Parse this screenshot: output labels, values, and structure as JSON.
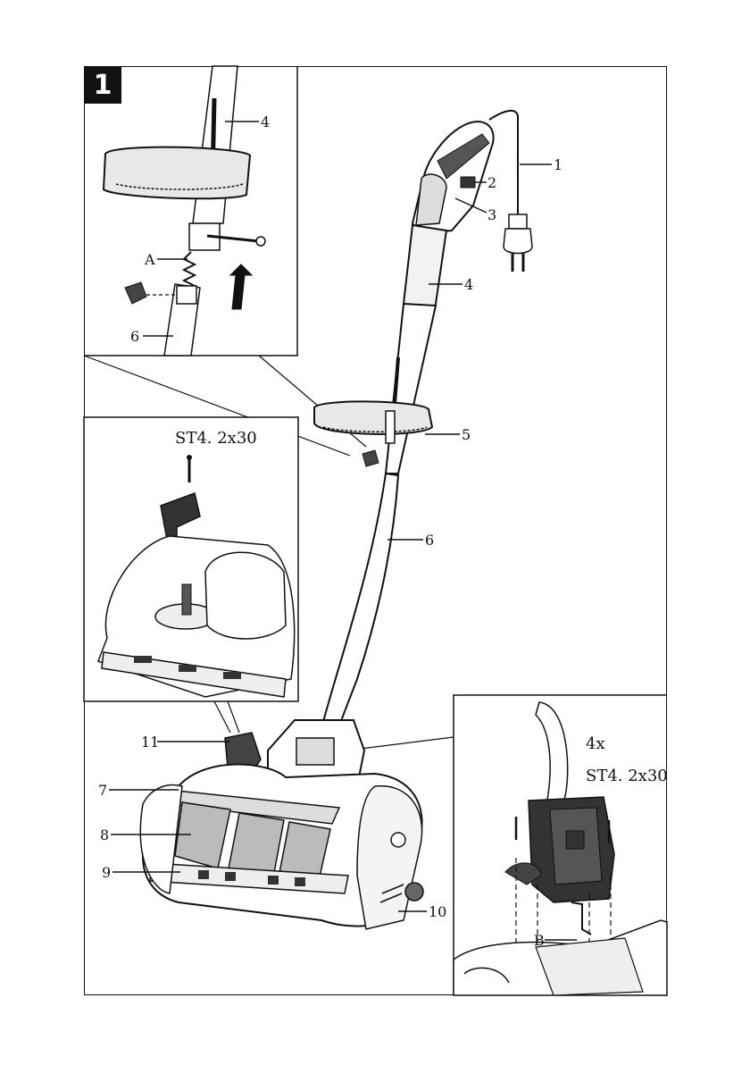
{
  "figure_number": "1",
  "callouts": {
    "c1": "1",
    "c2": "2",
    "c3": "3",
    "c4_main": "4",
    "c4_inset": "4",
    "c5": "5",
    "c6_main": "6",
    "c6_inset": "6",
    "c7": "7",
    "c8": "8",
    "c9": "9",
    "c10": "10",
    "c11": "11",
    "cA": "A",
    "cB": "B"
  },
  "screw_spec_left": "ST4. 2x30",
  "screw_spec_right": "ST4. 2x30",
  "screw_quantity": "4x"
}
